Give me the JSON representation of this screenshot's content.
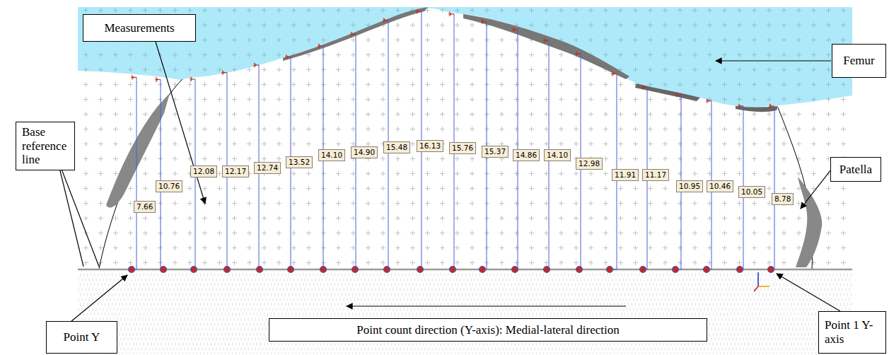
{
  "diagram": {
    "nodes": [
      {
        "text": [
          "Measurements"
        ]
      },
      {
        "text": [
          "Base reference line"
        ]
      },
      {
        "text": [
          "Femur"
        ]
      },
      {
        "text": [
          "Patella"
        ]
      },
      {
        "text": [
          "Point Y"
        ]
      },
      {
        "text": [
          "Point count direction (Y-axis): Medial-lateral direction"
        ]
      },
      {
        "text": [
          "Point 1 Y-axis"
        ]
      }
    ],
    "labels": [
      "7.66",
      "10.76",
      "12.08",
      "12.17",
      "12.74",
      "13.52",
      "14.10",
      "14.90",
      "15.48",
      "16.13",
      "15.76",
      "15.37",
      "14.86",
      "14.10",
      "12.98",
      "11.91",
      "11.17",
      "10.95",
      "10.46",
      "10.05",
      "8.78"
    ]
  }
}
